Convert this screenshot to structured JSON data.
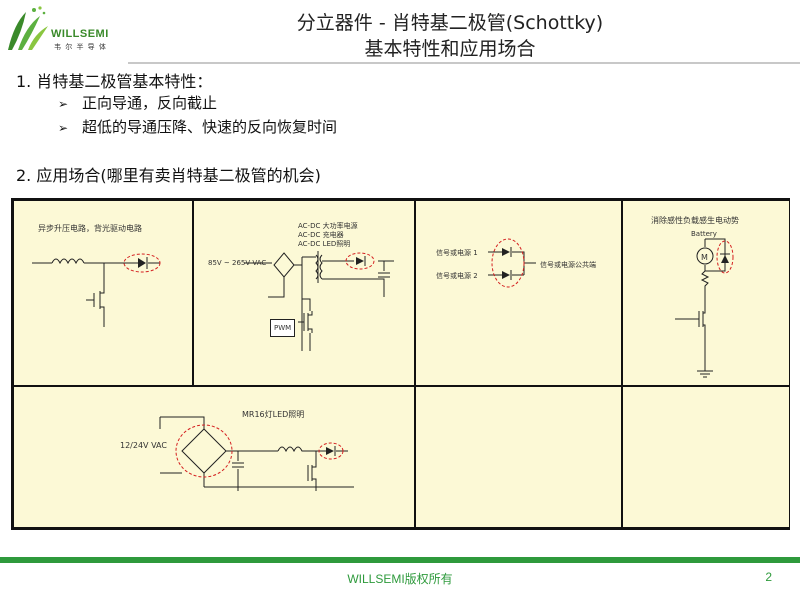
{
  "logo": {
    "name": "WILLSEMI",
    "sub": "韦 尔 半 导 体"
  },
  "title": {
    "line1": "分立器件 - 肖特基二极管(Schottky)",
    "line2": "基本特性和应用场合"
  },
  "section1": {
    "label": "1.  肖特基二极管基本特性：",
    "bullets": [
      "正向导通，反向截止",
      "超低的导通压降、快速的反向恢复时间"
    ]
  },
  "section2": {
    "label": "2.  应用场合(哪里有卖肖特基二极管的机会)"
  },
  "cells": {
    "boost": {
      "caption": "异步升压电路，背光驱动电路"
    },
    "acdc": {
      "line1": "AC-DC 大功率电源",
      "line2": "AC-DC 充电器",
      "line3": "AC-DC LED照明",
      "vac": "85V ~ 265V VAC",
      "pwm": "PWM"
    },
    "orin": {
      "in1": "信号或电源 1",
      "in2": "信号或电源 2",
      "out": "信号或电源公共端"
    },
    "motor": {
      "caption": "消除感性负载感生电动势",
      "battery": "Battery",
      "motor": "M"
    },
    "mr16": {
      "caption": "MR16灯LED照明",
      "vac": "12/24V VAC"
    }
  },
  "footer": {
    "copyright": "WILLSEMI版权所有",
    "page": "2"
  },
  "colors": {
    "accent": "#2e9a3c",
    "panel": "#fcf9d6",
    "highlight": "#d42020"
  }
}
